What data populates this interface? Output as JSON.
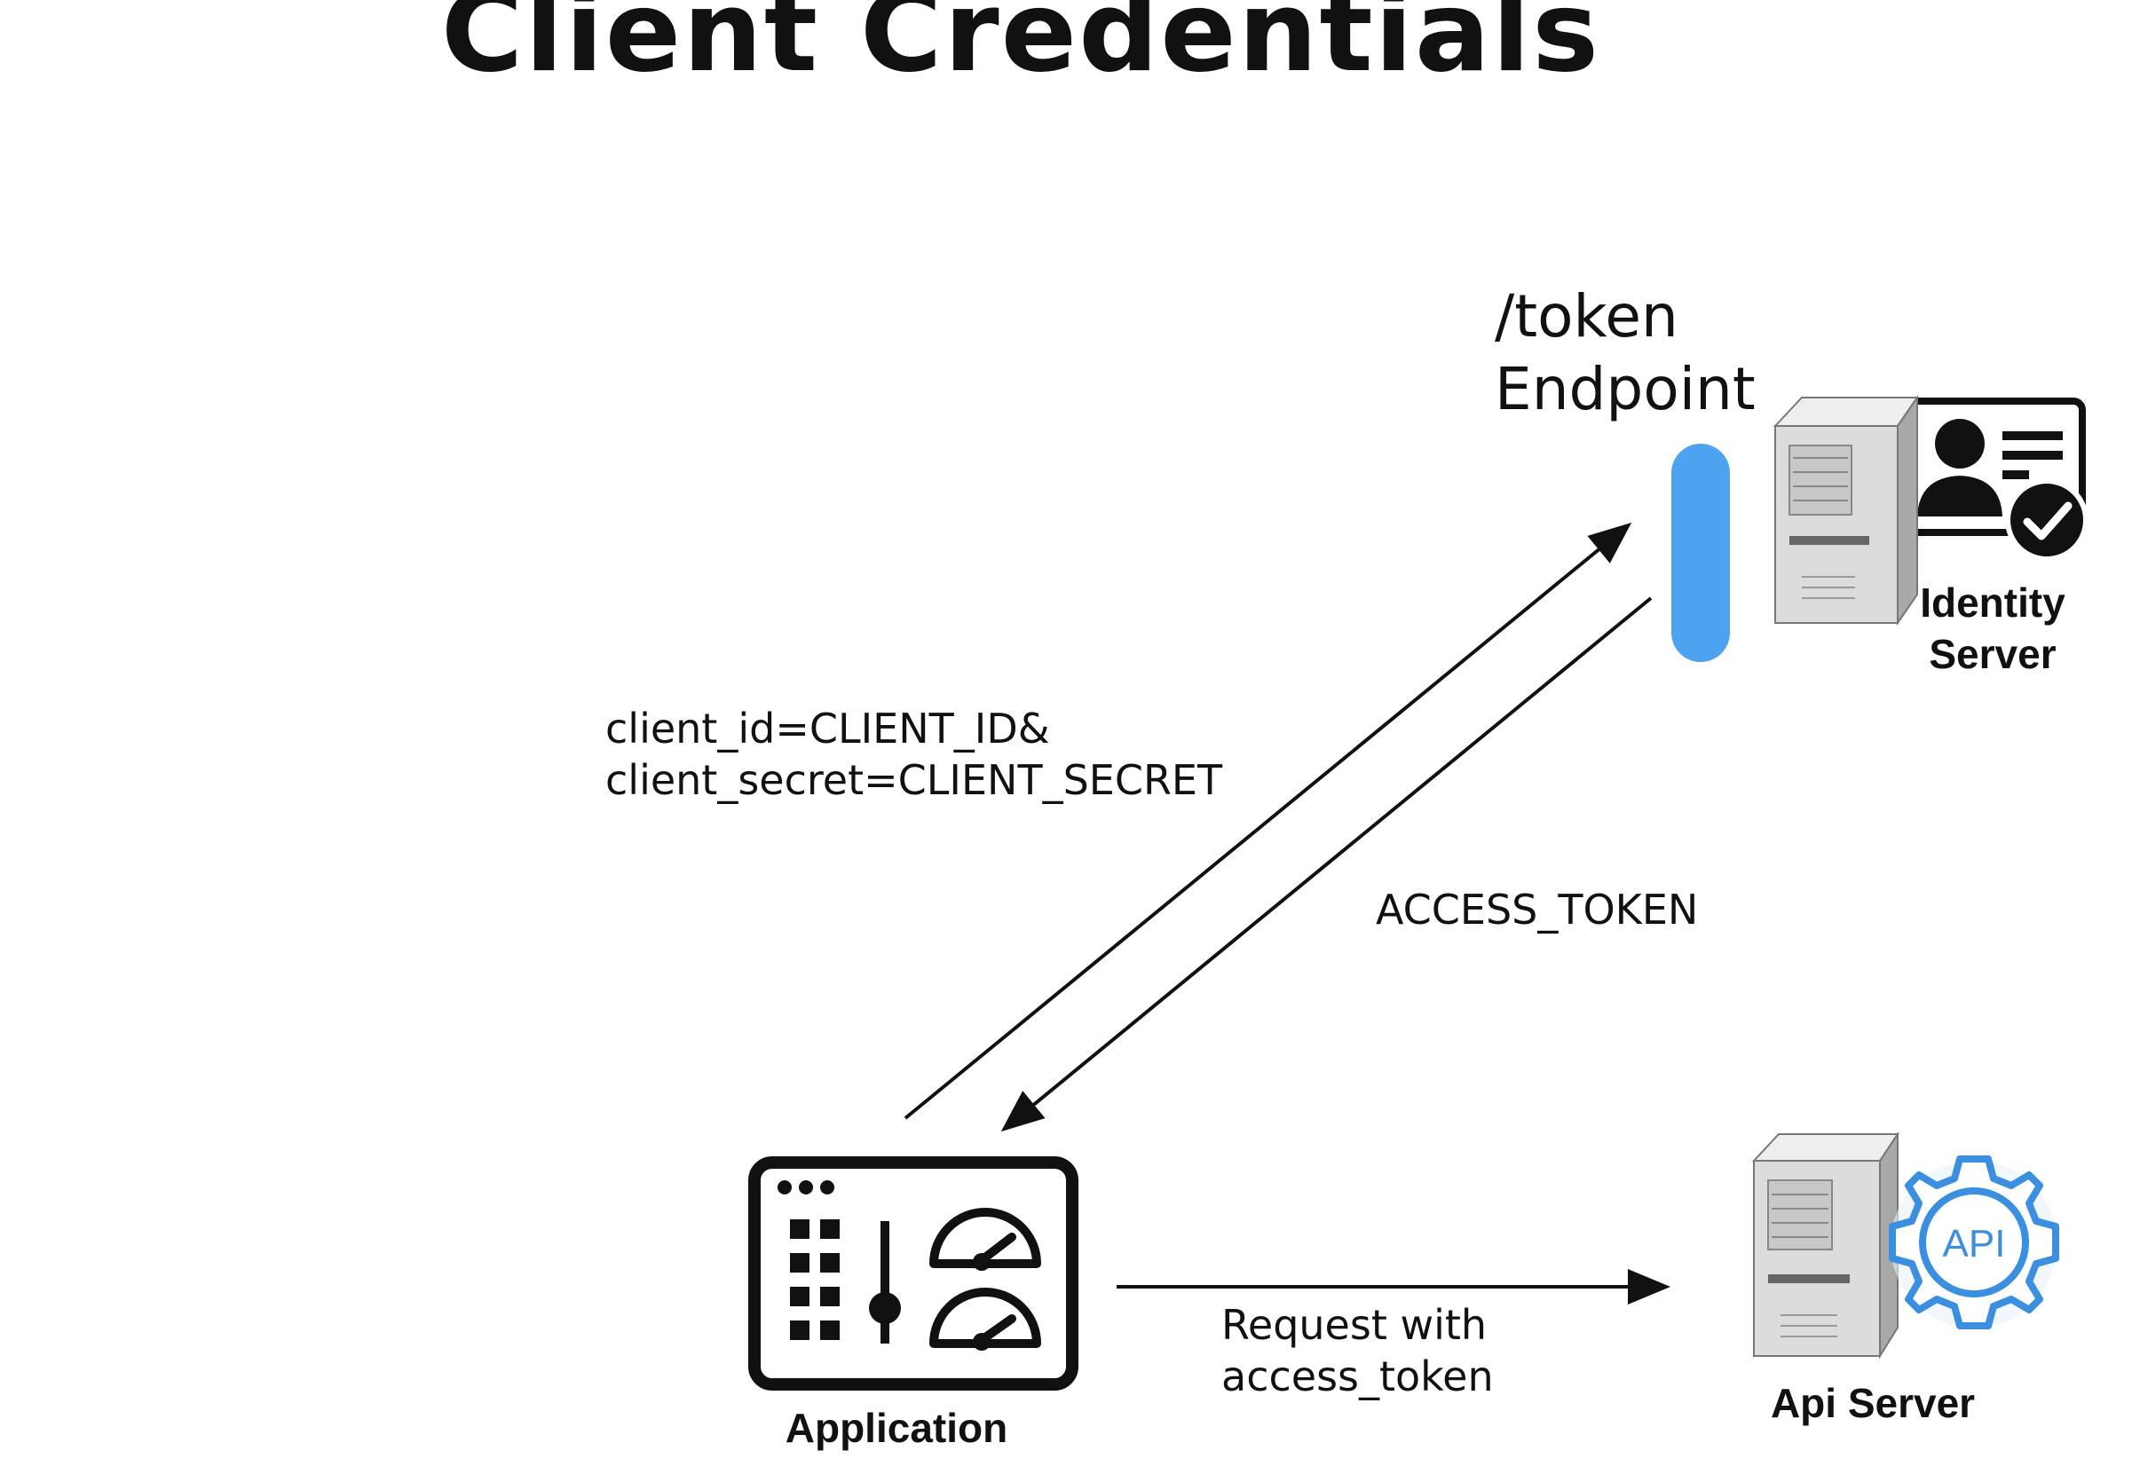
{
  "slide": {
    "title": "Client Credentials"
  },
  "token_endpoint": {
    "line1": "/token",
    "line2": "Endpoint"
  },
  "identity_server": {
    "line1": "Identity",
    "line2": "Server"
  },
  "request": {
    "line1": "client_id=CLIENT_ID&",
    "line2": "client_secret=CLIENT_SECRET"
  },
  "response": {
    "label": "ACCESS_TOKEN"
  },
  "api_call": {
    "line1": "Request with",
    "line2": "access_token"
  },
  "application": {
    "label": "Application"
  },
  "api_server": {
    "label": "Api Server",
    "badge": "API"
  },
  "colors": {
    "endpoint": "#4ea3f0",
    "api_badge": "#3b8fe0",
    "server_body": "#d9d9d9",
    "text": "#111111"
  }
}
